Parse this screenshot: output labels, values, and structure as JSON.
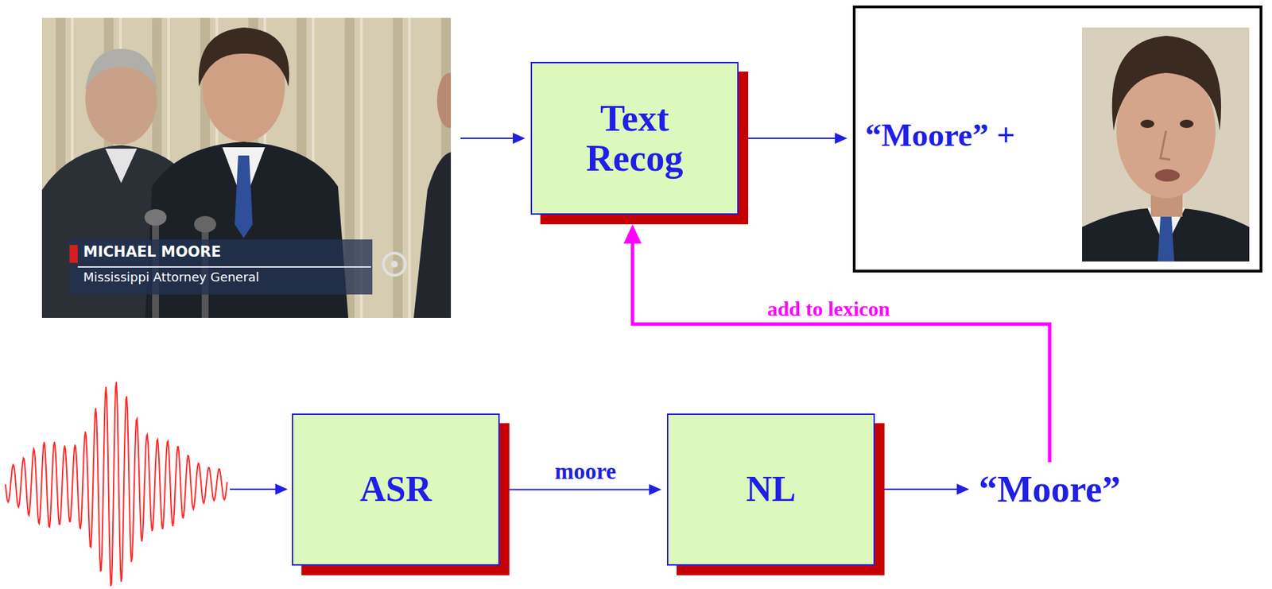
{
  "diagram": {
    "nodes": [
      {
        "text": [
          "MICHAEL MOORE",
          "Mississippi Attorney General"
        ]
      },
      {
        "text": [
          "Text Recog"
        ]
      },
      {
        "text": [
          "“Moore” +"
        ]
      },
      {
        "text": [
          "ASR"
        ]
      },
      {
        "text": [
          "NL"
        ]
      },
      {
        "text": [
          "“Moore”"
        ]
      }
    ],
    "edges": [
      {
        "from": 0,
        "to": 1,
        "arrow": "to"
      },
      {
        "from": 1,
        "to": 2,
        "arrow": "to"
      },
      {
        "from": 3,
        "to": 4,
        "label": "moore",
        "arrow": "to"
      },
      {
        "from": 4,
        "to": 5,
        "arrow": "to"
      },
      {
        "from": 5,
        "to": 1,
        "label": "add to lexicon",
        "arrow": "to"
      }
    ]
  }
}
